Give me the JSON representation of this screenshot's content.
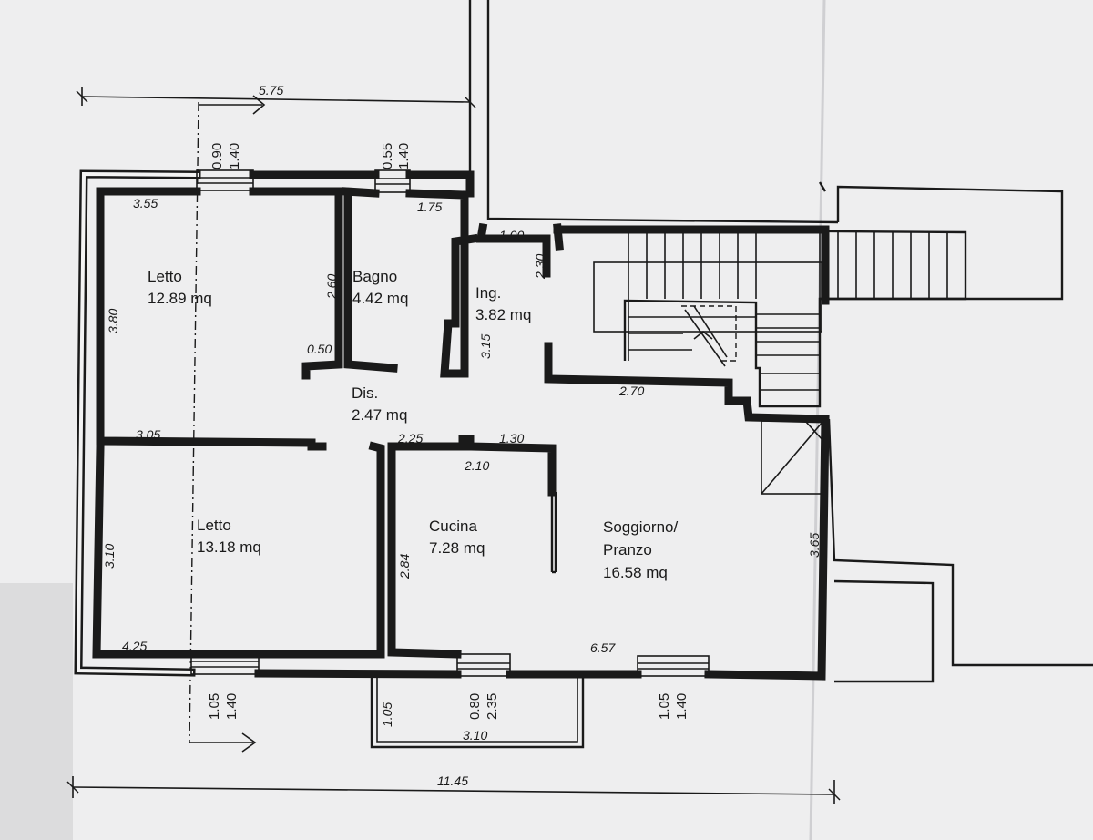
{
  "rooms": {
    "letto1": {
      "name": "Letto",
      "area": "12.89 mq"
    },
    "bagno": {
      "name": "Bagno",
      "area": "4.42 mq"
    },
    "ingresso": {
      "name": "Ing.",
      "area": "3.82 mq"
    },
    "disimpegno": {
      "name": "Dis.",
      "area": "2.47 mq"
    },
    "letto2": {
      "name": "Letto",
      "area": "13.18 mq"
    },
    "cucina": {
      "name": "Cucina",
      "area": "7.28 mq"
    },
    "soggiorno": {
      "name_line1": "Soggiorno/",
      "name_line2": "Pranzo",
      "area": "16.58 mq"
    }
  },
  "dimensions": {
    "top_overall": "5.75",
    "bottom_overall": "11.45",
    "letto1_width": "3.55",
    "letto1_depth": "3.80",
    "bagno_width": "1.75",
    "bagno_depth": "2.60",
    "ing_width": "1.00",
    "ing_height": "2.30",
    "ing_depth": "3.15",
    "wall_gap": "0.50",
    "corridor_width": "2.70",
    "letto1_bottom": "3.05",
    "dis_width": "2.25",
    "dis_right": "1.30",
    "cucina_width": "2.10",
    "letto2_depth": "3.10",
    "letto2_width": "4.25",
    "cucina_depth": "2.84",
    "soggiorno_depth": "3.65",
    "soggiorno_width": "6.57",
    "balcony_depth": "1.05",
    "balcony_width": "3.10"
  },
  "windows": {
    "w1": {
      "sill": "0.90",
      "height": "1.40"
    },
    "w2": {
      "sill": "0.55",
      "height": "1.40"
    },
    "w3": {
      "sill": "1.05",
      "height": "1.40"
    },
    "w4": {
      "sill": "0.80",
      "height": "2.35"
    },
    "w5": {
      "sill": "1.05",
      "height": "1.40"
    }
  }
}
